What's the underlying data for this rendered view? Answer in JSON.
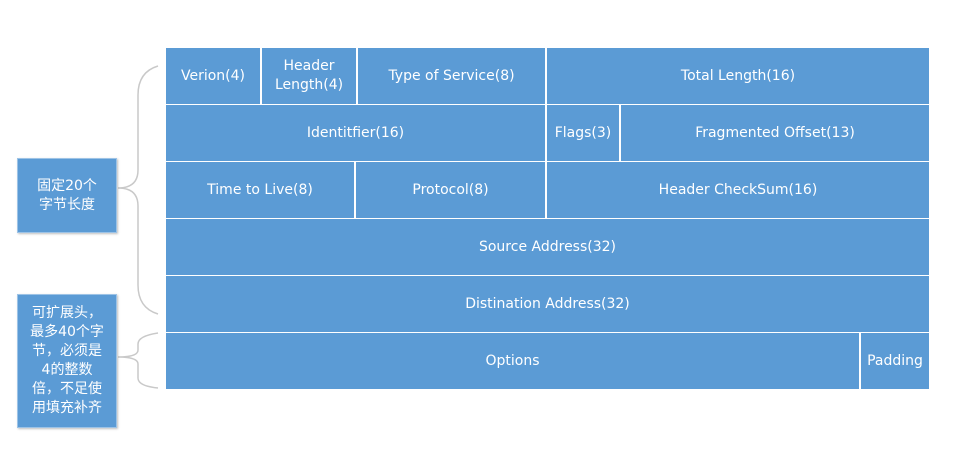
{
  "header": {
    "row1": {
      "version": "Verion(4)",
      "header_length": "Header\nLength(4)",
      "type_of_service": "Type  of  Service(8)",
      "total_length": "Total Length(16)"
    },
    "row2": {
      "identifier": "Identitfier(16)",
      "flags": "Flags(3)",
      "fragmented_offset": "Fragmented Offset(13)"
    },
    "row3": {
      "ttl": "Time to Live(8)",
      "protocol": "Protocol(8)",
      "checksum": "Header CheckSum(16)"
    },
    "row4": {
      "source_address": "Source Address(32)"
    },
    "row5": {
      "destination_address": "Distination Address(32)"
    },
    "row6": {
      "options": "Options",
      "padding": "Padding"
    }
  },
  "notes": {
    "fixed": "固定20个\n字节长度",
    "extensible": "可扩展头，\n最多40个字\n节，必须是\n4的整数\n倍，不足使\n用填充补齐"
  },
  "colors": {
    "cell_fill": "#5b9bd5",
    "cell_border": "#ffffff",
    "brace_stroke": "#c9c9c9"
  }
}
